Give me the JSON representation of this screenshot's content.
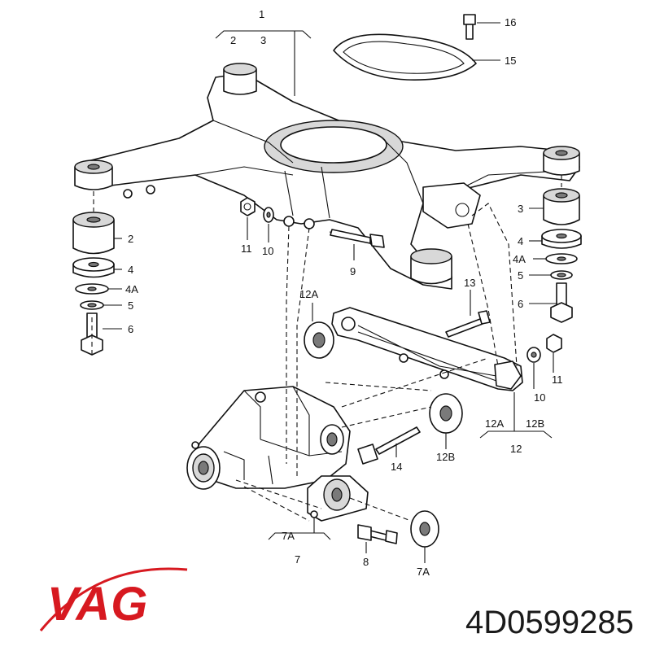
{
  "callouts": {
    "c1": "1",
    "c2": "2",
    "c3": "3",
    "c16": "16",
    "c15": "15",
    "c11a": "11",
    "c10a": "10",
    "c9": "9",
    "c2l": "2",
    "c4l": "4",
    "c4al": "4A",
    "c5l": "5",
    "c6l": "6",
    "c3r": "3",
    "c4r": "4",
    "c4ar": "4A",
    "c5r": "5",
    "c6r": "6",
    "c12a": "12A",
    "c13": "13",
    "c11b": "11",
    "c10b": "10",
    "c12a2": "12A",
    "c12b": "12B",
    "c12": "12",
    "c14": "14",
    "c12b2": "12B",
    "c7a": "7A",
    "c7": "7",
    "c8": "8",
    "c7a2": "7A"
  },
  "brand": {
    "name": "VAG",
    "color": "#d71920"
  },
  "part_number": "4D0599285"
}
